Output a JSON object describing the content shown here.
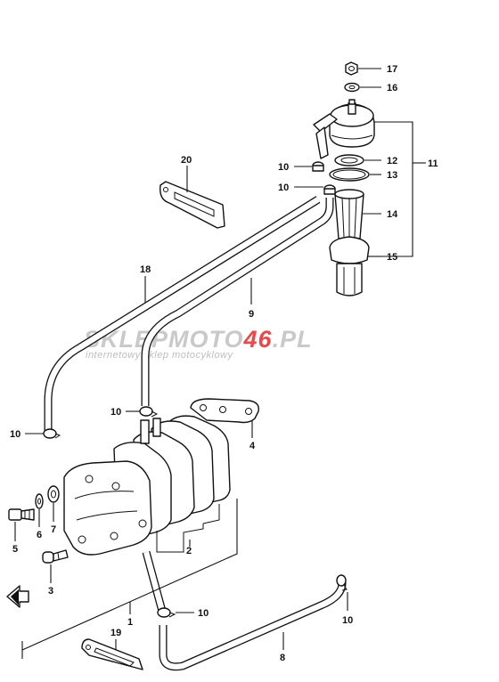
{
  "watermark": {
    "brand_part1": "SKLEPMOTO",
    "brand_part2": "46",
    "brand_part3": ".PL",
    "tagline": "internetowy sklep motocyklowy",
    "colors": {
      "gray": "#c9c9c9",
      "red": "#e74a4a"
    }
  },
  "callouts": {
    "c1": "1",
    "c2": "2",
    "c3": "3",
    "c4": "4",
    "c5": "5",
    "c6": "6",
    "c7": "7",
    "c8": "8",
    "c9": "9",
    "c10": "10",
    "c11": "11",
    "c12": "12",
    "c13": "13",
    "c14": "14",
    "c15": "15",
    "c16": "16",
    "c17": "17",
    "c18": "18",
    "c19": "19",
    "c20": "20"
  },
  "icons": {
    "front_arrow": "front-direction-arrow-icon"
  }
}
